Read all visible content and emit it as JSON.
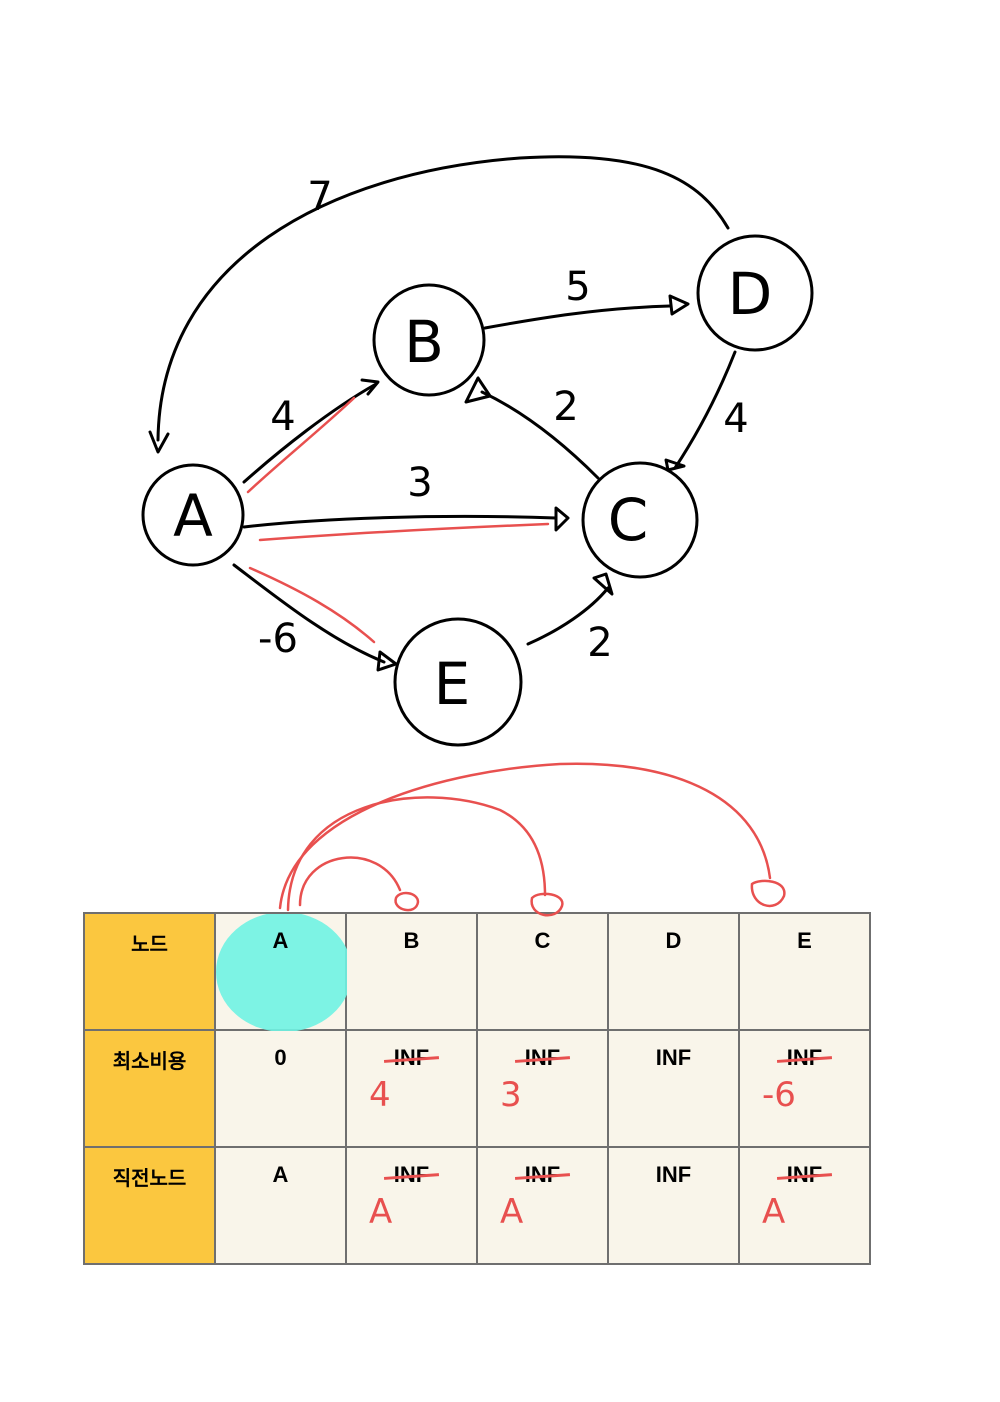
{
  "graph": {
    "nodes": [
      {
        "id": "A",
        "label": "A"
      },
      {
        "id": "B",
        "label": "B"
      },
      {
        "id": "C",
        "label": "C"
      },
      {
        "id": "D",
        "label": "D"
      },
      {
        "id": "E",
        "label": "E"
      }
    ],
    "edges": [
      {
        "from": "A",
        "to": "B",
        "weight": "4",
        "highlighted": true
      },
      {
        "from": "A",
        "to": "C",
        "weight": "3",
        "highlighted": true
      },
      {
        "from": "A",
        "to": "E",
        "weight": "-6",
        "highlighted": true
      },
      {
        "from": "B",
        "to": "D",
        "weight": "5",
        "highlighted": false
      },
      {
        "from": "C",
        "to": "B",
        "weight": "2",
        "highlighted": false
      },
      {
        "from": "D",
        "to": "C",
        "weight": "4",
        "highlighted": false
      },
      {
        "from": "D",
        "to": "A",
        "weight": "7",
        "highlighted": false
      },
      {
        "from": "E",
        "to": "C",
        "weight": "2",
        "highlighted": false
      }
    ]
  },
  "table": {
    "row_headers": [
      "노드",
      "최소비용",
      "직전노드"
    ],
    "nodes": [
      "A",
      "B",
      "C",
      "D",
      "E"
    ],
    "cost": [
      {
        "value": "0",
        "struck": false,
        "new": ""
      },
      {
        "value": "INF",
        "struck": true,
        "new": "4"
      },
      {
        "value": "INF",
        "struck": true,
        "new": "3"
      },
      {
        "value": "INF",
        "struck": false,
        "new": ""
      },
      {
        "value": "INF",
        "struck": true,
        "new": "-6"
      }
    ],
    "prev": [
      {
        "value": "A",
        "struck": false,
        "new": ""
      },
      {
        "value": "INF",
        "struck": true,
        "new": "A"
      },
      {
        "value": "INF",
        "struck": true,
        "new": "A"
      },
      {
        "value": "INF",
        "struck": false,
        "new": ""
      },
      {
        "value": "INF",
        "struck": true,
        "new": "A"
      }
    ],
    "current_node": "A"
  },
  "colors": {
    "ink": "#000000",
    "highlight_red": "#e8504f",
    "header_yellow": "#fbc73f",
    "cell_bg": "#f9f5ea",
    "current_marker_cyan": "#6ff3e3"
  }
}
